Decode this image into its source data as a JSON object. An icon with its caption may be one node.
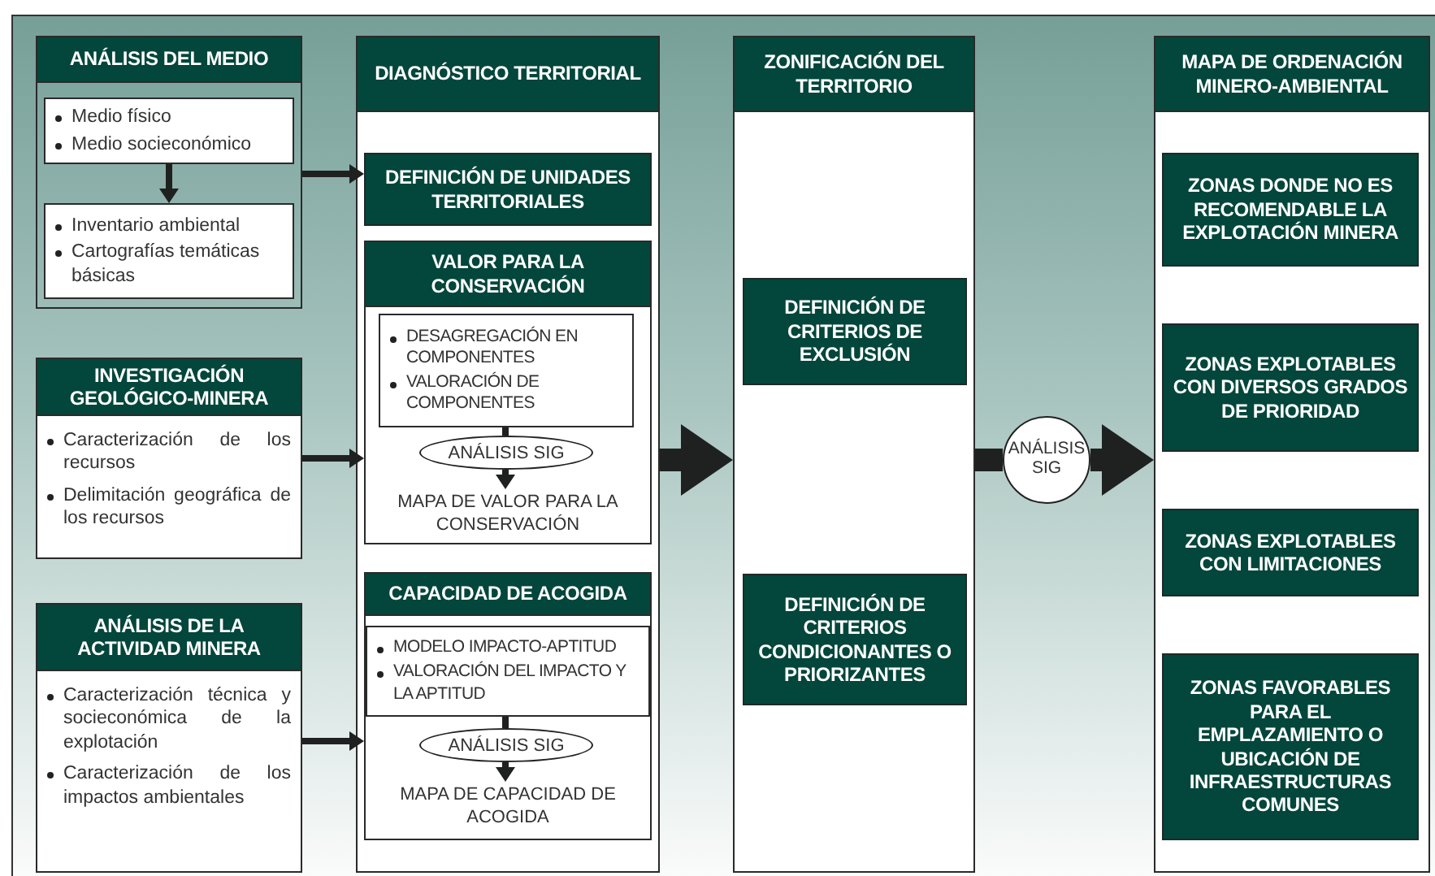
{
  "diagram": {
    "nodes": [
      {
        "text": [
          "ANÁLISIS DEL MEDIO"
        ]
      },
      {
        "text": [
          "Medio físico",
          "Medio socieconómico"
        ],
        "in": 0
      },
      {
        "text": [
          "Inventario ambiental",
          "Cartografías temáticas básicas"
        ],
        "in": 0
      },
      {
        "text": [
          "INVESTIGACIÓN GEOLÓGICO-MINERA",
          "Caracterización de los recursos",
          "Delimitación geográfica de los recursos"
        ]
      },
      {
        "text": [
          "ANÁLISIS DE LA ACTIVIDAD MINERA",
          "Caracterización técnica y socieconómica de la explotación",
          "Caracterización de los impactos ambientales"
        ]
      },
      {
        "text": [
          "DIAGNÓSTICO TERRITORIAL"
        ]
      },
      {
        "text": [
          "DEFINICIÓN DE UNIDADES TERRITORIALES"
        ],
        "in": 5
      },
      {
        "text": [
          "VALOR PARA LA CONSERVACIÓN"
        ],
        "in": 5
      },
      {
        "text": [
          "DESAGREGACIÓN EN COMPONENTES",
          "VALORACIÓN DE COMPONENTES"
        ],
        "in": 7
      },
      {
        "text": [
          "ANÁLISIS SIG"
        ],
        "in": 7
      },
      {
        "text": [
          "MAPA DE VALOR PARA LA CONSERVACIÓN"
        ],
        "in": 7
      },
      {
        "text": [
          "CAPACIDAD DE ACOGIDA"
        ],
        "in": 5
      },
      {
        "text": [
          "MODELO IMPACTO-APTITUD",
          "VALORACIÓN DEL IMPACTO Y LA APTITUD"
        ],
        "in": 11
      },
      {
        "text": [
          "ANÁLISIS SIG"
        ],
        "in": 11
      },
      {
        "text": [
          "MAPA DE CAPACIDAD DE ACOGIDA"
        ],
        "in": 11
      },
      {
        "text": [
          "ZONIFICACIÓN DEL TERRITORIO"
        ]
      },
      {
        "text": [
          "DEFINICIÓN DE CRITERIOS DE EXCLUSIÓN"
        ],
        "in": 15
      },
      {
        "text": [
          "DEFINICIÓN DE CRITERIOS CONDICIONANTES O PRIORIZANTES"
        ],
        "in": 15
      },
      {
        "text": [
          "ANÁLISIS SIG"
        ]
      },
      {
        "text": [
          "MAPA DE ORDENACIÓN MINERO-AMBIENTAL"
        ]
      },
      {
        "text": [
          "ZONAS DONDE NO ES RECOMENDABLE LA EXPLOTACIÓN MINERA"
        ],
        "in": 19
      },
      {
        "text": [
          "ZONAS EXPLOTABLES CON DIVERSOS GRADOS DE PRIORIDAD"
        ],
        "in": 19
      },
      {
        "text": [
          "ZONAS EXPLOTABLES CON LIMITACIONES"
        ],
        "in": 19
      },
      {
        "text": [
          "ZONAS FAVORABLES PARA EL EMPLAZAMIENTO O UBICACIÓN DE INFRAESTRUCTURAS COMUNES"
        ],
        "in": 19
      }
    ],
    "edges": [
      {
        "from": 0,
        "to": 6,
        "arrow": "to"
      },
      {
        "from": 3,
        "to": 7,
        "arrow": "to"
      },
      {
        "from": 4,
        "to": 11,
        "arrow": "to"
      },
      {
        "from": 1,
        "to": 2,
        "arrow": "to"
      },
      {
        "from": 8,
        "to": 9,
        "arrow": "none"
      },
      {
        "from": 9,
        "to": 10,
        "arrow": "to"
      },
      {
        "from": 12,
        "to": 13,
        "arrow": "none"
      },
      {
        "from": 13,
        "to": 14,
        "arrow": "to"
      },
      {
        "from": 5,
        "to": 15,
        "arrow": "to",
        "style": "thick"
      },
      {
        "from": 15,
        "to": 18,
        "arrow": "none",
        "style": "thick"
      },
      {
        "from": 18,
        "to": 19,
        "arrow": "to",
        "style": "thick"
      }
    ]
  }
}
